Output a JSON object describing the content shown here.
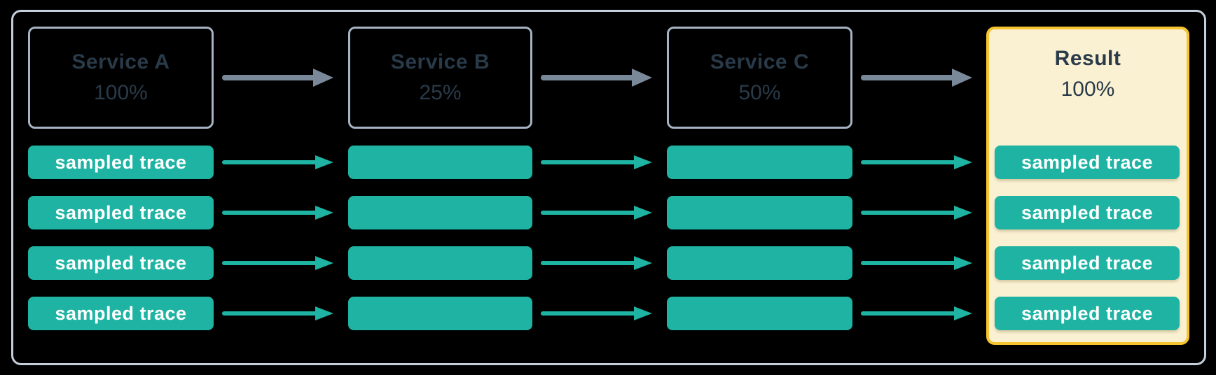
{
  "diagram": {
    "services": [
      {
        "name": "Service A",
        "rate": "100%"
      },
      {
        "name": "Service B",
        "rate": "25%"
      },
      {
        "name": "Service C",
        "rate": "50%"
      }
    ],
    "result": {
      "name": "Result",
      "rate": "100%"
    },
    "trace_label": "sampled trace",
    "rows": 4,
    "colors": {
      "trace_fill": "#1EB3A2",
      "trace_text": "#FFFFFF",
      "flow_arrow_gray": "#7A8999",
      "flow_arrow_teal": "#1EB3A2",
      "service_border": "#A6B3C2",
      "frame_border": "#C5CFDB",
      "heading_text": "#293A49",
      "result_fill": "#FAF0D2",
      "result_border": "#F6C42F",
      "background": "#000000"
    }
  }
}
